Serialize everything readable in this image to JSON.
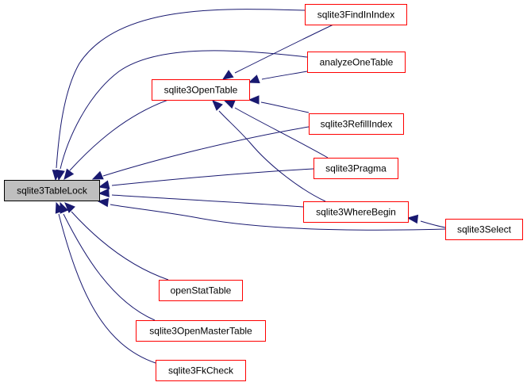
{
  "graph": {
    "type": "caller-graph",
    "colors": {
      "focus_fill": "#bfbfbf",
      "focus_border": "#000000",
      "node_fill": "#ffffff",
      "node_border": "#ff0000",
      "edge": "#191970"
    },
    "nodes": [
      {
        "id": "sqlite3TableLock",
        "label": "sqlite3TableLock",
        "focus": true
      },
      {
        "id": "sqlite3OpenTable",
        "label": "sqlite3OpenTable"
      },
      {
        "id": "sqlite3FindInIndex",
        "label": "sqlite3FindInIndex"
      },
      {
        "id": "analyzeOneTable",
        "label": "analyzeOneTable"
      },
      {
        "id": "sqlite3RefillIndex",
        "label": "sqlite3RefillIndex"
      },
      {
        "id": "sqlite3Pragma",
        "label": "sqlite3Pragma"
      },
      {
        "id": "sqlite3WhereBegin",
        "label": "sqlite3WhereBegin"
      },
      {
        "id": "sqlite3Select",
        "label": "sqlite3Select"
      },
      {
        "id": "openStatTable",
        "label": "openStatTable"
      },
      {
        "id": "sqlite3OpenMasterTable",
        "label": "sqlite3OpenMasterTable"
      },
      {
        "id": "sqlite3FkCheck",
        "label": "sqlite3FkCheck"
      }
    ],
    "edges": [
      {
        "from": "sqlite3FindInIndex",
        "to": "sqlite3TableLock"
      },
      {
        "from": "analyzeOneTable",
        "to": "sqlite3TableLock"
      },
      {
        "from": "sqlite3OpenTable",
        "to": "sqlite3TableLock"
      },
      {
        "from": "sqlite3RefillIndex",
        "to": "sqlite3TableLock"
      },
      {
        "from": "sqlite3Pragma",
        "to": "sqlite3TableLock"
      },
      {
        "from": "sqlite3WhereBegin",
        "to": "sqlite3TableLock"
      },
      {
        "from": "sqlite3Select",
        "to": "sqlite3TableLock"
      },
      {
        "from": "openStatTable",
        "to": "sqlite3TableLock"
      },
      {
        "from": "sqlite3OpenMasterTable",
        "to": "sqlite3TableLock"
      },
      {
        "from": "sqlite3FkCheck",
        "to": "sqlite3TableLock"
      },
      {
        "from": "sqlite3FindInIndex",
        "to": "sqlite3OpenTable"
      },
      {
        "from": "analyzeOneTable",
        "to": "sqlite3OpenTable"
      },
      {
        "from": "sqlite3RefillIndex",
        "to": "sqlite3OpenTable"
      },
      {
        "from": "sqlite3Pragma",
        "to": "sqlite3OpenTable"
      },
      {
        "from": "sqlite3WhereBegin",
        "to": "sqlite3OpenTable"
      },
      {
        "from": "sqlite3Select",
        "to": "sqlite3WhereBegin"
      }
    ]
  }
}
